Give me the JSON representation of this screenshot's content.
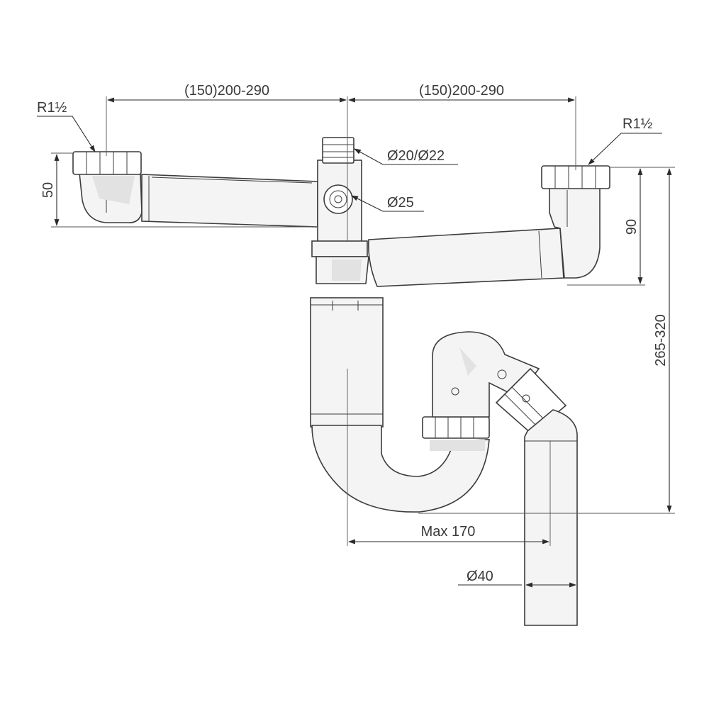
{
  "dimensions": {
    "left_span": "(150)200-290",
    "right_span": "(150)200-290",
    "left_thread": "R1½",
    "right_thread": "R1½",
    "inlet_small": "Ø20/Ø22",
    "inlet_mid": "Ø25",
    "left_height": "50",
    "right_height": "90",
    "total_height": "265-320",
    "max_offset": "Max 170",
    "outlet_dia": "Ø40"
  }
}
